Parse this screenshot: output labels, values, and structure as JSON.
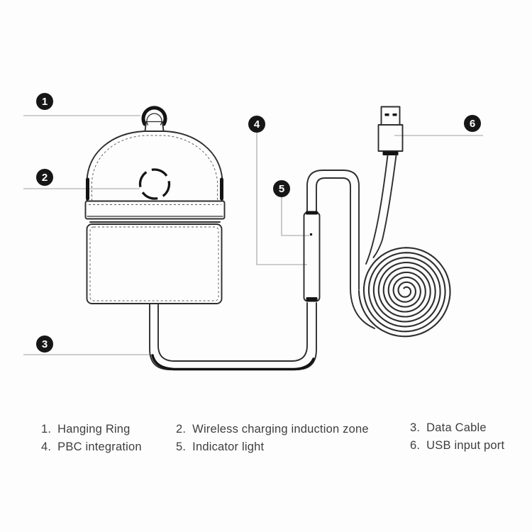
{
  "colors": {
    "background": "#fdfdfd",
    "ink": "#2e2e2e",
    "ink_strong": "#141414",
    "leader": "#a0a0a0",
    "text": "#3e3e3e",
    "badge_bg": "#161616",
    "badge_text": "#ffffff",
    "dash": "#5a5a5a"
  },
  "parts": [
    {
      "id": "1",
      "legend_num": "1.",
      "name": "Hanging Ring"
    },
    {
      "id": "2",
      "legend_num": "2.",
      "name": "Wireless charging induction zone"
    },
    {
      "id": "3",
      "legend_num": "3.",
      "name": "Data Cable"
    },
    {
      "id": "4",
      "legend_num": "4.",
      "name": "PBC integration"
    },
    {
      "id": "5",
      "legend_num": "5.",
      "name": "Indicator light"
    },
    {
      "id": "6",
      "legend_num": "6.",
      "name": "USB input port"
    }
  ]
}
